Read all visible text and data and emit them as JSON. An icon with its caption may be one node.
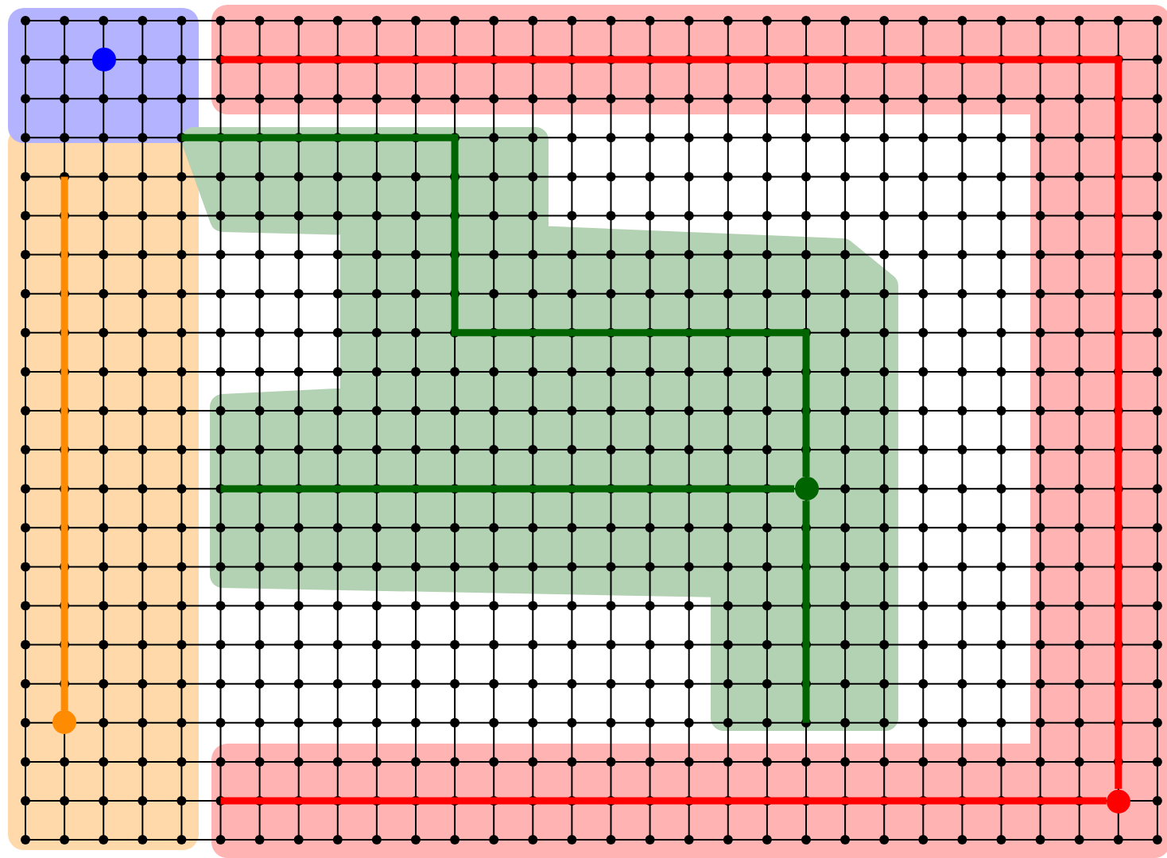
{
  "diagram": {
    "nodes": [
      {
        "text": [],
        "shape": "circle"
      },
      {
        "text": [],
        "shape": "circle"
      },
      {
        "text": [],
        "shape": "circle"
      },
      {
        "text": [],
        "shape": "circle"
      }
    ],
    "edges": [
      {
        "from": null,
        "to": 3,
        "arrow": "none",
        "color": "#ff0000"
      },
      {
        "from": 3,
        "to": null,
        "arrow": "none",
        "color": "#ff0000"
      },
      {
        "from": null,
        "to": 2,
        "arrow": "none",
        "color": "#ff8c00"
      },
      {
        "from": null,
        "to": 1,
        "arrow": "none"
      },
      {
        "from": 1,
        "to": null,
        "arrow": "none"
      },
      {
        "from": null,
        "to": 1,
        "arrow": "none"
      }
    ]
  }
}
